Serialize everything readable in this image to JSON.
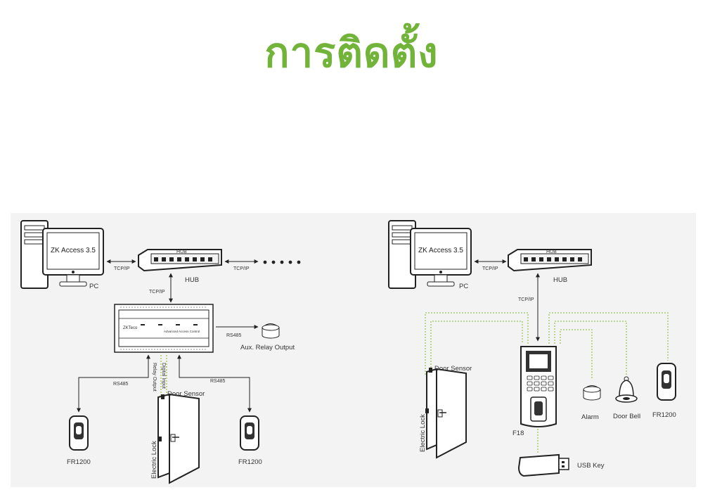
{
  "page": {
    "title": "การติดตั้ง"
  },
  "colors": {
    "title_green": "#72b33a",
    "dotted_green": "#9bc65a",
    "panel_bg": "#f3f3f3"
  },
  "left": {
    "monitor_text": "ZK Access 3.5",
    "pc": "PC",
    "hub": "HUB",
    "hub_badge": "HUB",
    "tcpip_pc_hub": "TCP/IP",
    "tcpip_hub_more": "TCP/IP",
    "tcpip_hub_panel": "TCP/IP",
    "rs485_relay": "RS485",
    "aux_relay": "Aux. Relay Output",
    "rs485_left": "RS485",
    "rs485_right": "RS485",
    "relay_output": "Relay Output",
    "digital_input": "Digital Input",
    "door_sensor": "Door Sensor",
    "electric_lock": "Electric Lock",
    "reader_left": "FR1200",
    "reader_right": "FR1200",
    "panel_caption": "Advanced Access Control"
  },
  "right": {
    "monitor_text": "ZK Access 3.5",
    "pc": "PC",
    "hub": "HUB",
    "hub_badge": "HUB",
    "tcpip_pc_hub": "TCP/IP",
    "tcpip_hub_f18": "TCP/IP",
    "door_sensor": "Door Sensor",
    "electric_lock": "Electric Lock",
    "f18": "F18",
    "alarm": "Alarm",
    "door_bell": "Door Bell",
    "reader": "FR1200",
    "usb_key": "USB Key"
  }
}
